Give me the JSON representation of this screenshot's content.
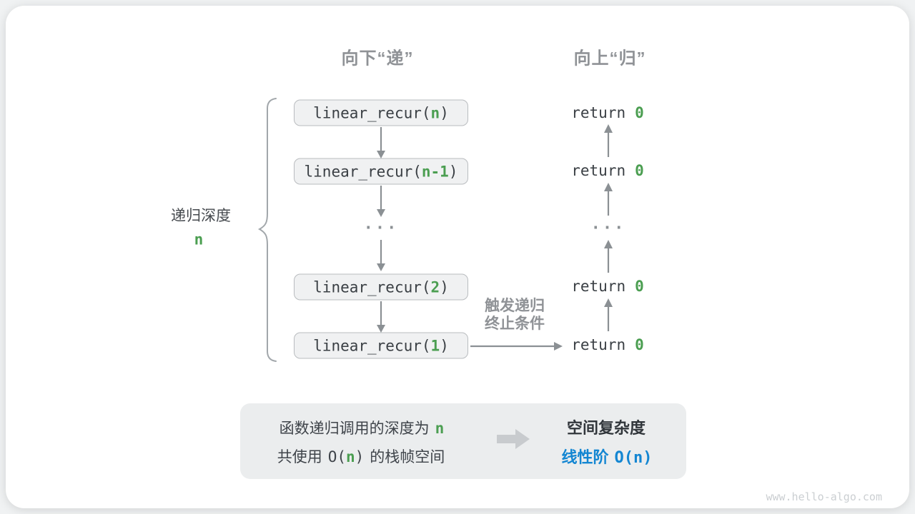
{
  "headers": {
    "down": "向下“递”",
    "up": "向上“归”"
  },
  "depth": {
    "label": "递归深度",
    "value": "n"
  },
  "stack": {
    "ellipsis": "...",
    "calls": [
      {
        "prefix": "linear_recur(",
        "arg": "n",
        "suffix": ")"
      },
      {
        "prefix": "linear_recur(",
        "arg": "n-1",
        "suffix": ")"
      },
      {
        "prefix": "linear_recur(",
        "arg": "2",
        "suffix": ")"
      },
      {
        "prefix": "linear_recur(",
        "arg": "1",
        "suffix": ")"
      }
    ],
    "returns": [
      {
        "keyword": "return",
        "value": "0"
      },
      {
        "keyword": "return",
        "value": "0"
      },
      {
        "keyword": "return",
        "value": "0"
      },
      {
        "keyword": "return",
        "value": "0"
      }
    ]
  },
  "trigger": {
    "line1": "触发递归",
    "line2": "终止条件"
  },
  "summary": {
    "line1": {
      "text": "函数递归调用的深度为",
      "n": "n"
    },
    "line2": {
      "pre": "共使用",
      "code_open": "O(",
      "n": "n",
      "code_close": ")",
      "post": "的栈帧空间"
    },
    "right": {
      "title": "空间复杂度",
      "label": "线性阶",
      "complexity": "O(n)"
    }
  },
  "watermark": "www.hello-algo.com",
  "colors": {
    "accent_green": "#4b9e51",
    "accent_blue": "#1386d2",
    "gray_text": "#8f9296",
    "box_fill": "#f0f1f2",
    "box_border": "#b9bcbf",
    "summary_fill": "#ebedee"
  }
}
